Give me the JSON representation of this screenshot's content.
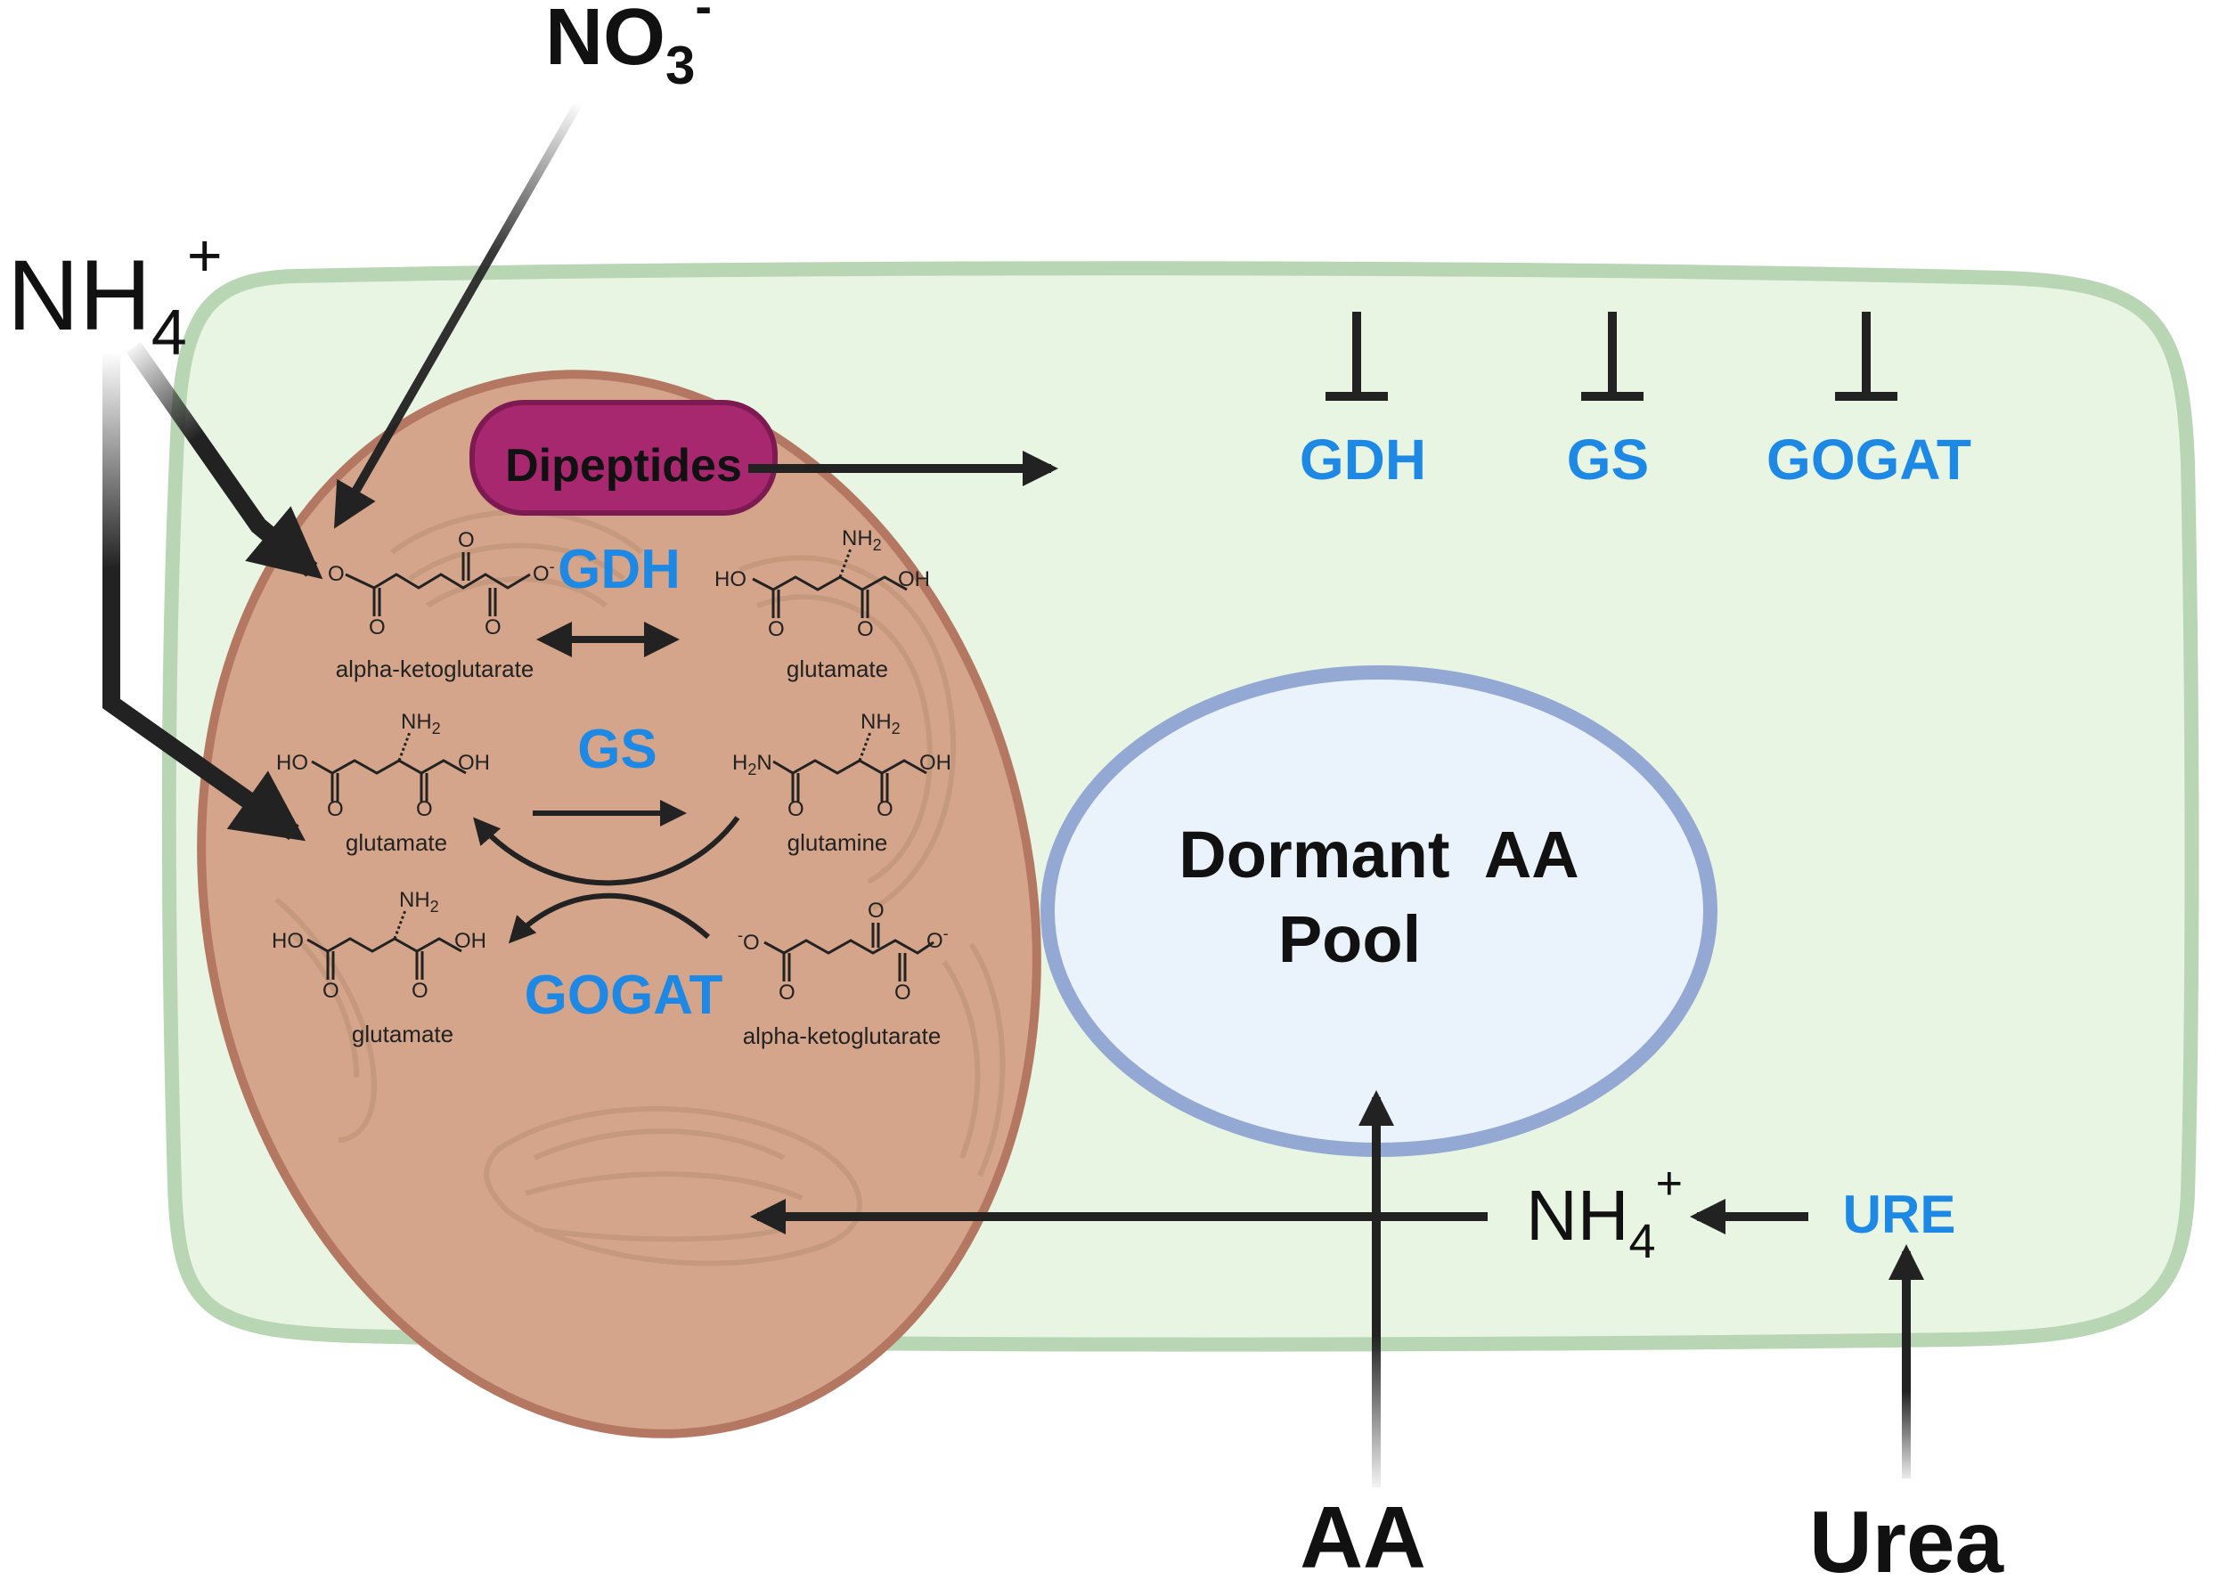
{
  "colors": {
    "enzyme": "#1e88e5",
    "cell_fill": "#e8f5e3",
    "cell_border": "#b9d6b4",
    "chloroplast_fill": "#d4a58a",
    "chloroplast_border": "#b47862",
    "pool_fill": "#eaf2fb",
    "pool_border": "#93a9d3",
    "dipeptide_fill": "#a8286f",
    "arrow": "#222222"
  },
  "inputs": {
    "nitrate": {
      "base": "NO",
      "sub": "3",
      "sup": "-"
    },
    "ammonium": {
      "base": "NH",
      "sub": "4",
      "sup": "+"
    },
    "amino_acids": "AA",
    "urea": "Urea"
  },
  "dipeptides": "Dipeptides",
  "inhibited_enzymes": [
    "GDH",
    "GS",
    "GOGAT"
  ],
  "reactions": {
    "gdh": {
      "enzyme": "GDH",
      "substrate": "alpha-ketoglutarate",
      "product": "glutamate"
    },
    "gs": {
      "enzyme": "GS",
      "substrate": "glutamate",
      "product": "glutamine"
    },
    "gogat": {
      "enzyme": "GOGAT",
      "substrate": "alpha-ketoglutarate",
      "product": "glutamate"
    }
  },
  "atoms": {
    "o": "O",
    "o_minus": "O",
    "minus": "-",
    "ho": "HO",
    "oh": "OH",
    "nh2": {
      "base": "NH",
      "sub": "2"
    },
    "h2n": {
      "base": "H",
      "sub": "2",
      "tail": "N"
    }
  },
  "pool": {
    "line1": "Dormant  AA",
    "line2": "Pool"
  },
  "ammonium_internal": {
    "base": "NH",
    "sub": "4",
    "sup": "+"
  },
  "urease": "URE"
}
